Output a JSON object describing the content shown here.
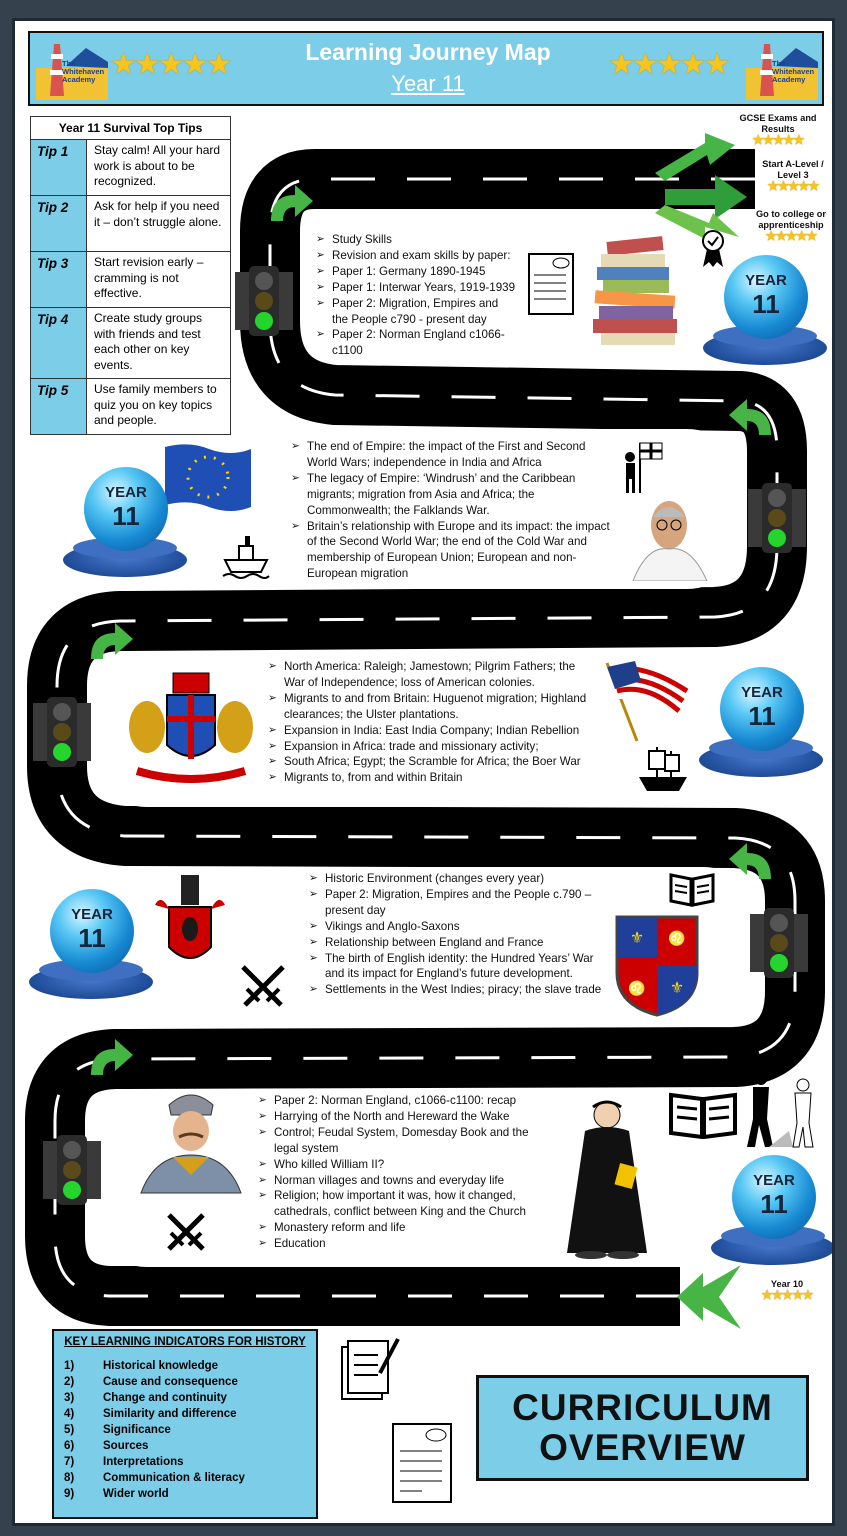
{
  "header": {
    "title": "Learning Journey Map",
    "subtitle": "Year 11",
    "logo_text": "The Whitehaven Academy",
    "stars": "★★★★★"
  },
  "tips": {
    "heading": "Year 11 Survival Top Tips",
    "items": [
      {
        "label": "Tip 1",
        "text": "Stay calm! All your hard work is about to be recognized."
      },
      {
        "label": "Tip 2",
        "text": "Ask for help if you need it – don’t struggle alone."
      },
      {
        "label": "Tip 3",
        "text": "Start revision early – cramming is not effective."
      },
      {
        "label": "Tip 4",
        "text": "Create study groups with friends and test each other on key events."
      },
      {
        "label": "Tip 5",
        "text": "Use family members to quiz you on key topics and people."
      }
    ]
  },
  "destinations": [
    {
      "label": "GCSE Exams and Results",
      "stars": "★★★★★"
    },
    {
      "label": "Start A-Level / Level 3",
      "stars": "★★★★★"
    },
    {
      "label": "Go to college or apprenticeship",
      "stars": "★★★★★"
    }
  ],
  "start": {
    "label": "Year 10",
    "stars": "★★★★★"
  },
  "year_badge": {
    "label": "YEAR",
    "number": "11"
  },
  "stages": [
    {
      "items": [
        "Study Skills",
        "Revision and exam skills by paper:",
        "Paper 1: Germany 1890-1945",
        "Paper 1: Interwar Years, 1919-1939",
        "Paper 2: Migration, Empires and the People c790 - present day",
        "Paper 2: Norman England c1066-c1100"
      ]
    },
    {
      "items": [
        "The end of Empire: the impact of the First and Second World Wars; independence in India and Africa",
        "The legacy of Empire: ‘Windrush’ and the Caribbean migrants; migration from Asia and Africa; the Commonwealth;  the Falklands War.",
        "Britain’s relationship with Europe and its impact: the impact of the Second World War; the end of the Cold War and membership of European Union; European and non-European migration"
      ]
    },
    {
      "items": [
        "North America: Raleigh; Jamestown; Pilgrim Fathers; the War of Independence;  loss of American colonies.",
        "Migrants to and from Britain: Huguenot migration; Highland clearances; the Ulster plantations.",
        "Expansion in India: East India Company;  Indian Rebellion",
        "Expansion in Africa: trade and missionary activity;",
        "South Africa; Egypt; the Scramble for Africa; the Boer War",
        "Migrants to, from and within Britain"
      ]
    },
    {
      "items": [
        "Historic Environment  (changes every year)",
        "Paper 2: Migration, Empires and the People c.790 – present day",
        "Vikings and Anglo-Saxons",
        "Relationship between England and France",
        "The birth of English identity: the Hundred Years’ War and its impact for England’s future development.",
        "Settlements in the West Indies; piracy; the slave trade"
      ]
    },
    {
      "items": [
        "Paper 2: Norman  England, c1066-c1100: recap",
        "Harrying of the North  and Hereward the Wake",
        "Control; Feudal System, Domesday Book and the legal system",
        "Who killed William II?",
        "Norman villages and towns and everyday life",
        "Religion; how important it was, how it changed, cathedrals, conflict between King and the Church",
        "Monastery reform and life",
        "Education"
      ]
    }
  ],
  "key_learning": {
    "title": "KEY LEARNING INDICATORS FOR HISTORY",
    "items": [
      {
        "num": "1)",
        "text": "Historical knowledge"
      },
      {
        "num": "2)",
        "text": "Cause and consequence"
      },
      {
        "num": "3)",
        "text": "Change and continuity"
      },
      {
        "num": "4)",
        "text": "Similarity and difference"
      },
      {
        "num": "5)",
        "text": "Significance"
      },
      {
        "num": "6)",
        "text": "Sources"
      },
      {
        "num": "7)",
        "text": "Interpretations"
      },
      {
        "num": "8)",
        "text": "Communication & literacy"
      },
      {
        "num": "9)",
        "text": "Wider world"
      }
    ]
  },
  "curriculum": {
    "line1": "CURRICULUM",
    "line2": "OVERVIEW"
  },
  "icons": [
    "lighthouse-logo",
    "star-icon",
    "traffic-light-icon",
    "year-11-badge",
    "turn-arrow-icon",
    "books-icon",
    "exam-paper-icon",
    "award-rosette-icon",
    "eu-flag-icon",
    "ship-icon",
    "explorer-flag-icon",
    "gandhi-portrait",
    "coat-of-arms-icon",
    "us-flag-icon",
    "galleon-icon",
    "open-book-icon",
    "royal-arms-icon",
    "crossed-swords-icon",
    "norman-soldier-portrait",
    "monk-figure",
    "silhouette-figures-icon",
    "checklist-icon"
  ],
  "colors": {
    "accent": "#7ccde8",
    "road": "#000000",
    "arrow_green": "#46b545",
    "star_gold": "#f8c51a",
    "frame": "#35424e"
  }
}
